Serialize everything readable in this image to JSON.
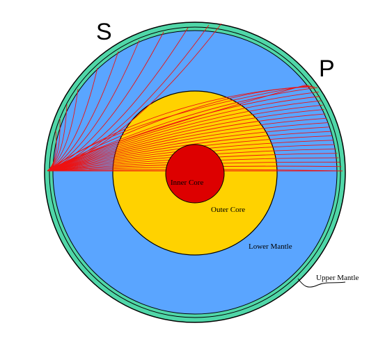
{
  "labels": {
    "s_wave": "S",
    "p_wave": "P",
    "inner_core": "Inner Core",
    "outer_core": "Outer Core",
    "lower_mantle": "Lower Mantle",
    "upper_mantle": "Upper Mantle"
  },
  "colors": {
    "crust": "#50d7a8",
    "mantle": "#5aa5ff",
    "outer_core": "#ffd200",
    "inner_core": "#dd0000",
    "ray": "#ee1111",
    "outline": "#000000"
  }
}
